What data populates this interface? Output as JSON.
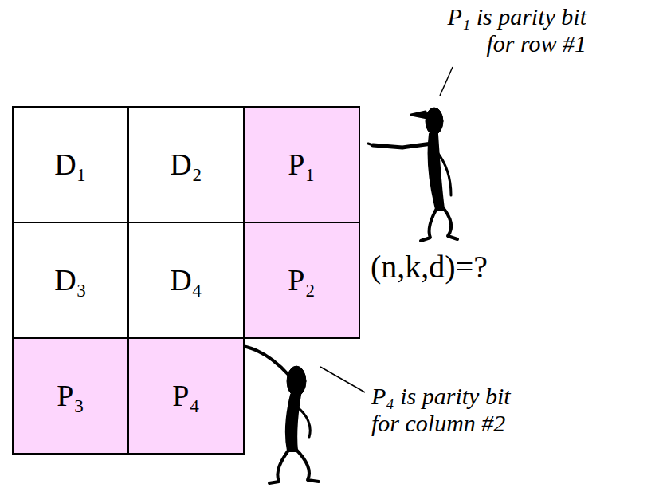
{
  "diagram": {
    "nodes": [
      {
        "text": [
          "D₁"
        ]
      },
      {
        "text": [
          "D₂"
        ]
      },
      {
        "text": [
          "P₁"
        ]
      },
      {
        "text": [
          "D₃"
        ]
      },
      {
        "text": [
          "D₄"
        ]
      },
      {
        "text": [
          "P₂"
        ]
      },
      {
        "text": [
          "P₃"
        ]
      },
      {
        "text": [
          "P₄"
        ]
      }
    ],
    "labels": [
      "P₁ is parity bit for row #1",
      "(n,k,d)=?",
      "P₄ is parity bit for column #2"
    ]
  }
}
